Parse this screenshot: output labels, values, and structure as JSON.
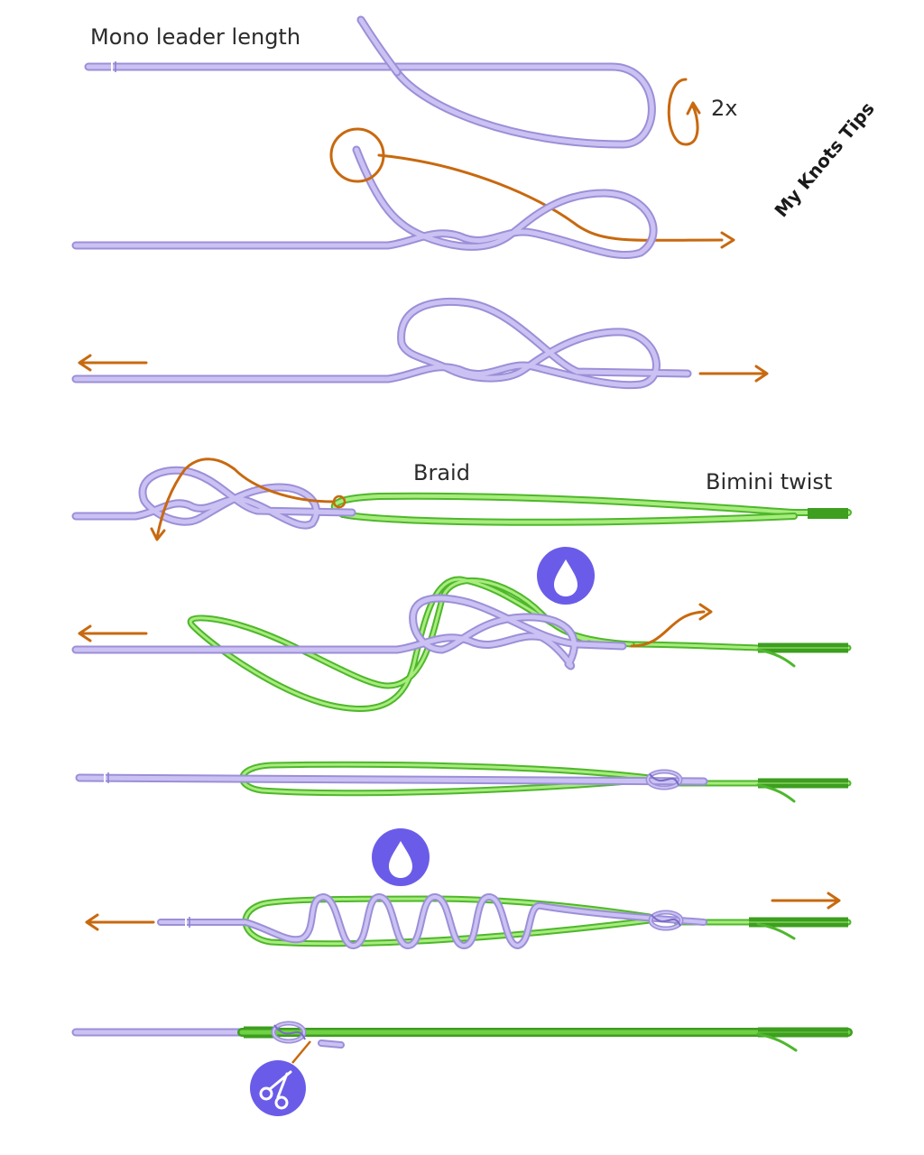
{
  "labels": {
    "mono_leader": "Mono leader length",
    "turns": "2x",
    "braid": "Braid",
    "bimini": "Bimini twist",
    "watermark": "My Knots Tips"
  },
  "icons": {
    "water_drop": "water-drop-icon",
    "scissors": "scissors-icon"
  },
  "colors": {
    "mono_line": "#b8acf0",
    "braid_line": "#7ed957",
    "arrow": "#c8690f",
    "icon_badge": "#6a5ce8"
  }
}
